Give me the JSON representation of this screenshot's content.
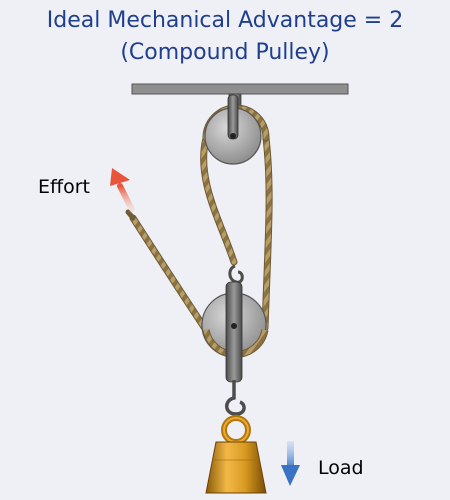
{
  "title": {
    "line1": "Ideal Mechanical Advantage = 2",
    "line2": "(Compound Pulley)"
  },
  "labels": {
    "effort": "Effort",
    "load": "Load"
  },
  "colors": {
    "title": "#1f3f8e",
    "background": "#eef0f6",
    "rope": "#b39a63",
    "ceiling": "#909090",
    "pulley_metal": "#a9a9a9",
    "weight": "#c98a18",
    "effort_arrow": "#e9553a",
    "load_arrow": "#3a72c4"
  }
}
